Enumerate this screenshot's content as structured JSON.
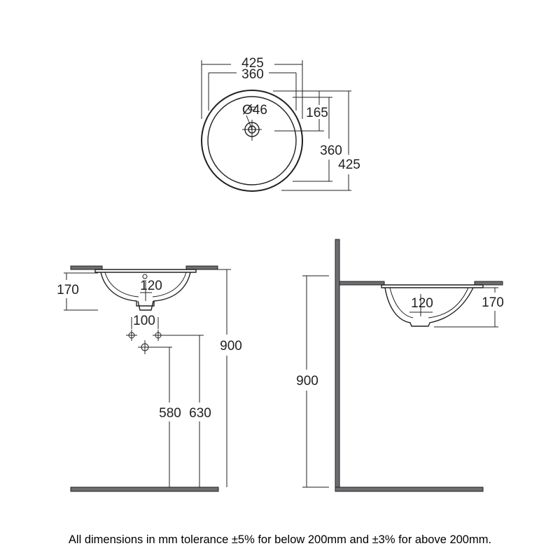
{
  "top_view": {
    "overall_width": "425",
    "bowl_width": "360",
    "tap_hole": "Ø46",
    "tap_offset": "165",
    "bowl_depth": "360",
    "overall_depth": "425"
  },
  "front_view": {
    "bowl_height": "170",
    "waste_width": "120",
    "trap_spacing": "100",
    "height": "900",
    "outlet_height_low": "580",
    "outlet_height_high": "630"
  },
  "side_view": {
    "height": "900",
    "waste_width": "120",
    "bowl_height": "170"
  },
  "footnote": "All dimensions in mm tolerance ±5% for below 200mm and ±3% for above 200mm."
}
